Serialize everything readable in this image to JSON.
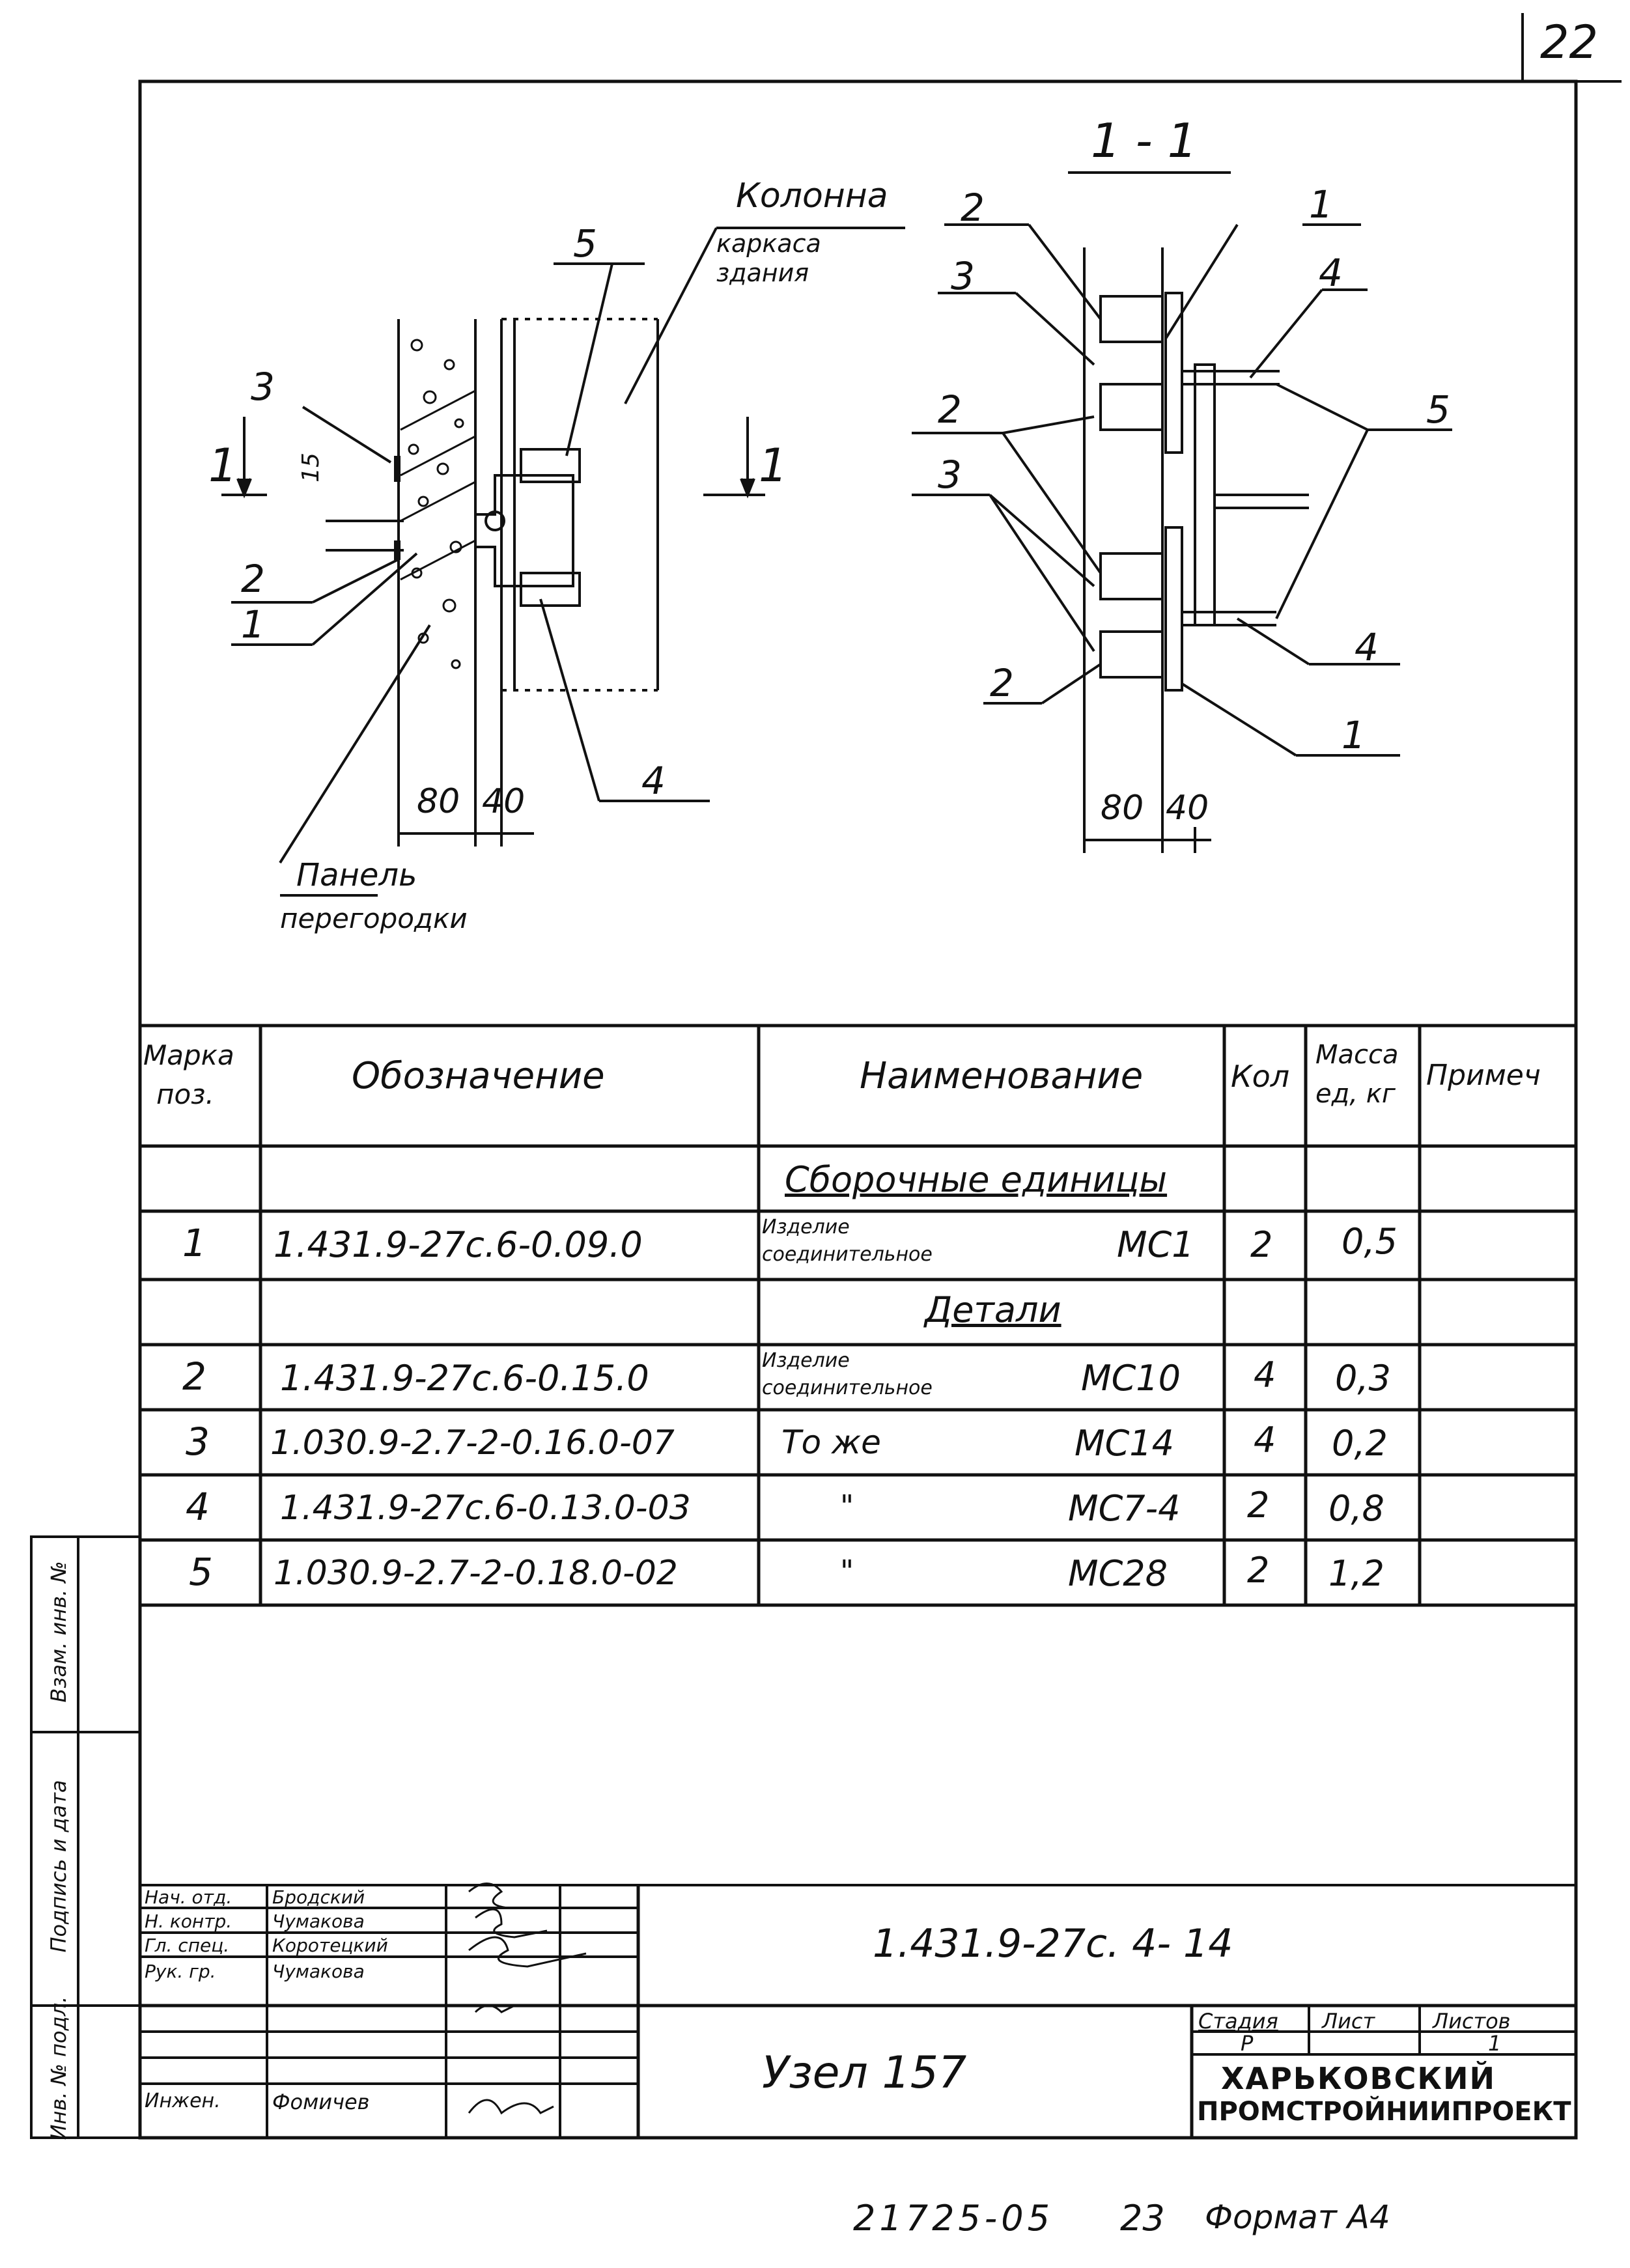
{
  "sheet_number": "22",
  "section_label": "1 - 1",
  "section_marks": [
    "1",
    "1"
  ],
  "left_view": {
    "column_label_1": "Колонна",
    "column_label_2": "каркаса",
    "column_label_3": "здания",
    "panel_label_1": "Панель",
    "panel_label_2": "перегородки",
    "dim_80": "80",
    "dim_40": "40",
    "dim_15": "15",
    "pos": [
      "5",
      "3",
      "2",
      "1",
      "4"
    ]
  },
  "right_view": {
    "pos": [
      "2",
      "1",
      "3",
      "4",
      "2",
      "5",
      "3",
      "4",
      "1",
      "2"
    ],
    "dim_80": "80",
    "dim_40": "40"
  },
  "spec_table": {
    "headers": {
      "mark_1": "Марка",
      "mark_2": "поз.",
      "designation": "Обозначение",
      "name": "Наименование",
      "qty": "Кол",
      "mass_1": "Масса",
      "mass_2": "ед, кг",
      "note": "Примеч"
    },
    "group_assembly": "Сборочные единицы",
    "group_details": "Детали",
    "rows": [
      {
        "mark": "1",
        "designation": "1.431.9-27с.6-0.09.0",
        "name_1": "Изделие",
        "name_2": "соединительное",
        "code": "МС1",
        "qty": "2",
        "mass": "0,5"
      },
      {
        "mark": "2",
        "designation": "1.431.9-27с.6-0.15.0",
        "name_1": "Изделие",
        "name_2": "соединительное",
        "code": "МС10",
        "qty": "4",
        "mass": "0,3"
      },
      {
        "mark": "3",
        "designation": "1.030.9-2.7-2-0.16.0-07",
        "name_1": "То же",
        "name_2": "",
        "code": "МС14",
        "qty": "4",
        "mass": "0,2"
      },
      {
        "mark": "4",
        "designation": "1.431.9-27с.6-0.13.0-03",
        "name_1": "\"",
        "name_2": "",
        "code": "МС7-4",
        "qty": "2",
        "mass": "0,8"
      },
      {
        "mark": "5",
        "designation": "1.030.9-2.7-2-0.18.0-02",
        "name_1": "\"",
        "name_2": "",
        "code": "МС28",
        "qty": "2",
        "mass": "1,2"
      }
    ]
  },
  "side_stamp": [
    "Инв. № подл.",
    "Подпись и дата",
    "Взам. инв. №"
  ],
  "title_block": {
    "roles": [
      {
        "role": "Нач. отд.",
        "name": "Бродский"
      },
      {
        "role": "Н. контр.",
        "name": "Чумакова"
      },
      {
        "role": "Гл. спец.",
        "name": "Коротецкий"
      },
      {
        "role": "Рук. гр.",
        "name": "Чумакова"
      },
      {
        "role": "",
        "name": ""
      },
      {
        "role": "Инжен.",
        "name": "Фомичев"
      }
    ],
    "document_code": "1.431.9-27с. 4- 14",
    "title": "Узел 157",
    "stage_label": "Стадия",
    "sheet_label": "Лист",
    "sheets_label": "Листов",
    "stage": "Р",
    "sheet": "",
    "sheets": "1",
    "org_1": "ХАРЬКОВСКИЙ",
    "org_2": "ПРОМСТРОЙНИИПРОЕКТ"
  },
  "footer": {
    "inventory": "21725-05",
    "page": "23",
    "format": "Формат А4"
  }
}
